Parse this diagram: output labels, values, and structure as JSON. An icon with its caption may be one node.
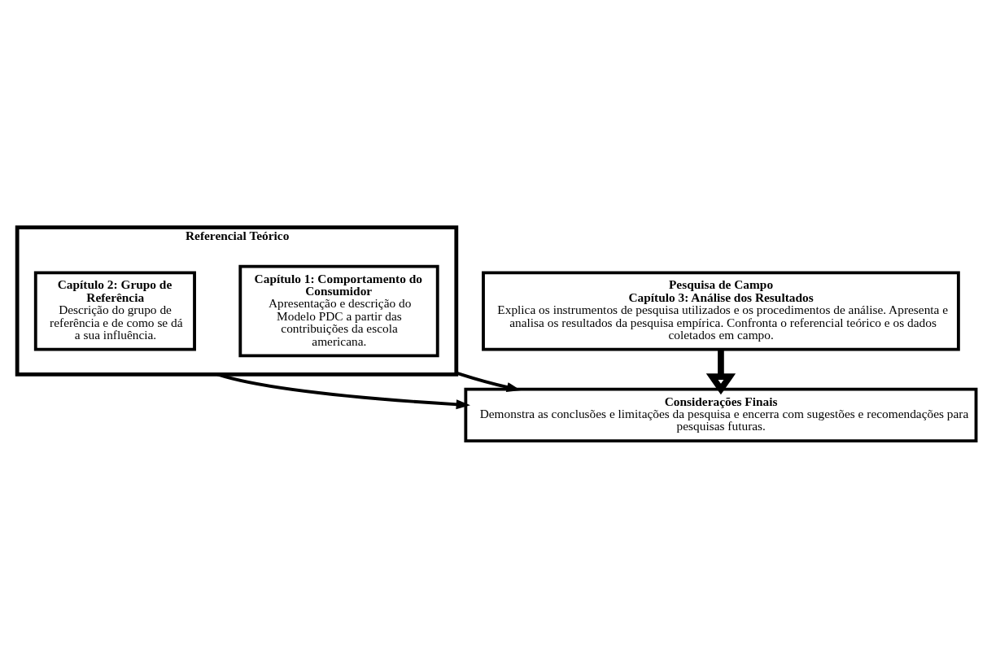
{
  "diagram": {
    "nodes": [
      {
        "text": [
          "Referencial Teórico"
        ]
      },
      {
        "text": [
          "Capítulo 1: Comportamento do Consumidor",
          "Apresentação e descrição do Modelo PDC a partir das contribuições da escola americana."
        ],
        "in": 0
      },
      {
        "text": [
          "Capítulo 2: Grupo de Referência",
          "Descrição do grupo de referência e de como se dá a sua influência."
        ],
        "in": 0
      },
      {
        "text": [
          "Pesquisa de Campo",
          "Capítulo 3: Análise dos Resultados",
          "Explica os instrumentos de pesquisa utilizados e os procedimentos de análise. Apresenta e analisa os resultados da pesquisa empírica. Confronta o referencial teórico e os dados coletados em campo."
        ]
      },
      {
        "text": [
          "Considerações Finais",
          "Demonstra as conclusões e limitações da pesquisa e encerra com sugestões e recomendações para pesquisas futuras."
        ]
      }
    ],
    "edges": [
      {
        "from": 0,
        "to": 4,
        "arrow": "to"
      },
      {
        "from": 0,
        "to": 4,
        "arrow": "to"
      },
      {
        "from": 3,
        "to": 4,
        "arrow": "to",
        "style": "thick"
      }
    ]
  }
}
